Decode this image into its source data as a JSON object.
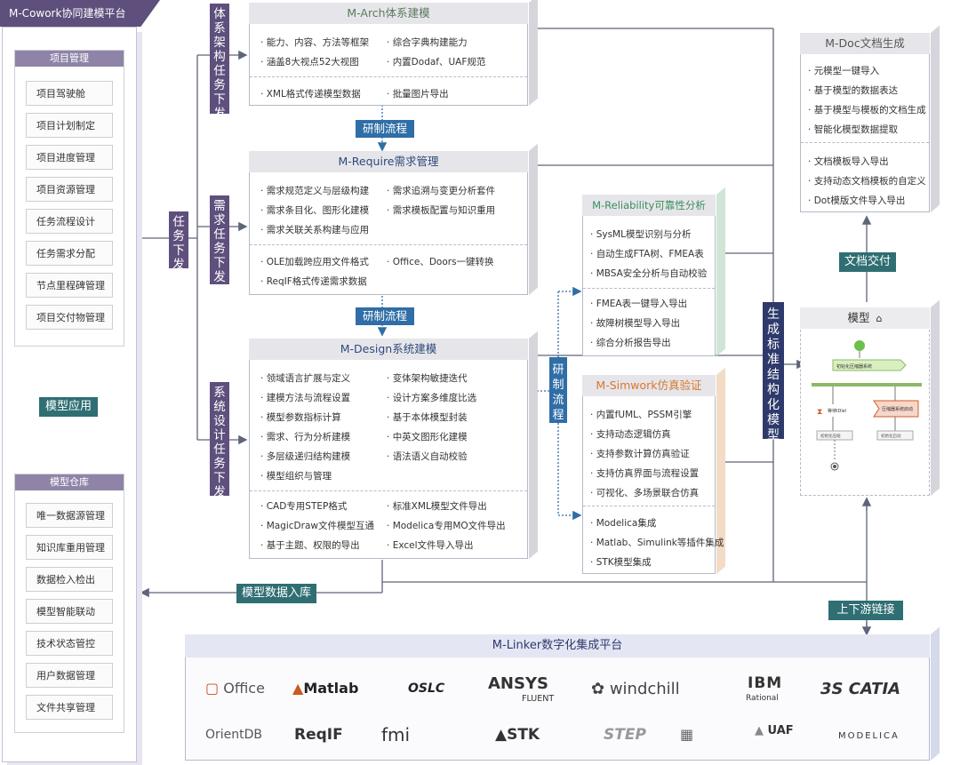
{
  "cowork": {
    "title": "M-Cowork协同建模平台",
    "project": {
      "title": "项目管理",
      "items": [
        "项目驾驶舱",
        "项目计划制定",
        "项目进度管理",
        "项目资源管理",
        "任务流程设计",
        "任务需求分配",
        "节点里程碑管理",
        "项目交付物管理"
      ]
    },
    "repo": {
      "title": "模型仓库",
      "items": [
        "唯一数据源管理",
        "知识库重用管理",
        "数据检入检出",
        "模型智能联动",
        "技术状态管控",
        "用户数据管理",
        "文件共享管理"
      ]
    },
    "model_app": "模型应用"
  },
  "tags": {
    "task_dispatch": "任务下发",
    "arch_task": "体系架构任务下发",
    "req_task": "需求任务下发",
    "sys_task": "系统设计任务下发",
    "flow1": "研制流程",
    "flow2": "研制流程",
    "flow3": "研制流程",
    "gen_model": "生成标准结构化模型",
    "doc_delivery": "文档交付",
    "link": "上下游链接",
    "store": "模型数据入库"
  },
  "arch": {
    "title": "M-Arch体系建模",
    "sec1": [
      "能力、内容、方法等框架",
      "综合字典构建能力",
      "涵盖8大视点52大视图",
      "内置Dodaf、UAF规范"
    ],
    "sec2": [
      "XML格式传递模型数据",
      "批量图片导出"
    ]
  },
  "require": {
    "title": "M-Require需求管理",
    "sec1": [
      "需求规范定义与层级构建",
      "需求追溯与变更分析套件",
      "需求条目化、图形化建模",
      "需求模板配置与知识重用",
      "需求关联关系构建与应用"
    ],
    "sec2": [
      "OLE加载跨应用文件格式",
      "Office、Doors一键转换",
      "ReqIF格式传递需求数据"
    ]
  },
  "design": {
    "title": "M-Design系统建模",
    "sec1": [
      "领域语言扩展与定义",
      "变体架构敏捷迭代",
      "建模方法与流程设置",
      "设计方案多维度比选",
      "模型参数指标计算",
      "基于本体模型封装",
      "需求、行为分析建模",
      "中英文图形化建模",
      "多层级递归结构建模",
      "语法语义自动校验",
      "模型组织与管理"
    ],
    "sec2": [
      "CAD专用STEP格式",
      "标准XML模型文件导出",
      "MagicDraw文件模型互通",
      "Modelica专用MO文件导出",
      "基于主题、权限的导出",
      "Excel文件导入导出"
    ]
  },
  "reliability": {
    "title": "M-Reliability可靠性分析",
    "sec1": [
      "SysML模型识别与分析",
      "自动生成FTA树、FMEA表",
      "MBSA安全分析与自动校验"
    ],
    "sec2": [
      "FMEA表一键导入导出",
      "故障树模型导入导出",
      "综合分析报告导出"
    ],
    "color": "#3a8f5c"
  },
  "simwork": {
    "title": "M-Simwork仿真验证",
    "sec1": [
      "内置fUML、PSSM引擎",
      "支持动态逻辑仿真",
      "支持参数计算仿真验证",
      "支持仿真界面与流程设置",
      "可视化、多场景联合仿真"
    ],
    "sec2": [
      "Modelica集成",
      "Matlab、Simulink等插件集成",
      "STK模型集成"
    ],
    "color": "#d9772b"
  },
  "doc": {
    "title": "M-Doc文档生成",
    "sec1": [
      "元模型一键导入",
      "基于模型的数据表达",
      "基于模型与模板的文档生成",
      "智能化模型数据提取"
    ],
    "sec2": [
      "文档模板导入导出",
      "支持动态文档模板的自定义",
      "Dot模版文件导入导出"
    ]
  },
  "model_box": {
    "title": "模型",
    "nodes": [
      "初始化压缩器系统",
      "等待IDle!",
      "压缩器系统启动",
      "初始化压缩",
      "初始化启动"
    ]
  },
  "linker": {
    "title": "M-Linker数字化集成平台",
    "logos_row1": [
      "Office",
      "Matlab",
      "OSLC",
      "ANSYS",
      "FLUENT",
      "windchill",
      "IBM",
      "Rational",
      "CATIA"
    ],
    "logos_row2": [
      "OrientDB",
      "ReqIF",
      "fmi",
      "STK",
      "STEP",
      "UAF",
      "MODELICA"
    ]
  },
  "colors": {
    "purple": "#5e4f7c",
    "blue_tag": "#2f6ea6",
    "teal": "#2f6e73",
    "navy": "#2e3a6b"
  }
}
